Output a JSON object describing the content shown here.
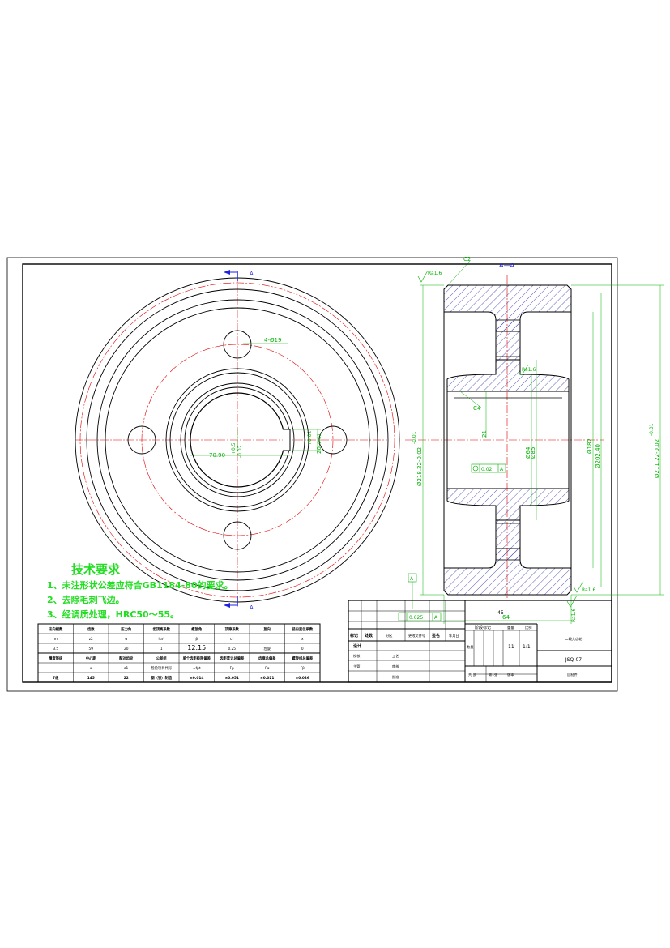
{
  "colors": {
    "outline": "#000000",
    "centerline": "#e00000",
    "dimension": "#00b000",
    "note": "#22dd22",
    "section_line": "#2020e0",
    "hatch": "#3333aa"
  },
  "views": {
    "front_section_mark": "A",
    "front_section_mark_bottom": "A",
    "section_title": "A—A"
  },
  "front_dims": {
    "holes": "4-Ø19",
    "keyway_width": "20",
    "keyway_width_tol_upper": "+0.02",
    "keyway_width_tol_lower": "-0.01",
    "keyway_depth": "70.90",
    "keyway_depth_tol_upper": "+0.5",
    "keyway_depth_tol_lower": "-0.02"
  },
  "section_dims": {
    "roughness_top": "Ra1.6",
    "chamfer_top": "C2",
    "roughness_mid": "Ra1.6",
    "chamfer_c4": "C4",
    "width_21": "21",
    "flatness": "0.02",
    "flatness_datum": "A",
    "dia_85": "Ø85",
    "dia_64": "Ø64",
    "dia_182": "Ø182",
    "dia_202": "Ø202.40",
    "dia_218_left": "Ø218.22-0.02",
    "dia_218_left_tol": "-0.01",
    "dia_211_right": "Ø211.22-0.02",
    "dia_211_right_tol": "-0.01",
    "datum_a": "A",
    "runout": "0.025",
    "runout_datum": "A",
    "width_64": "64",
    "roughness_bottom": "Ra1.6",
    "roughness_bottom2": "Ra1.6",
    "face_width": "45"
  },
  "notes": {
    "title": "技术要求",
    "line1": "1、未注形状公差应符合GB1184-80的要求。",
    "line2": "2、去除毛刺飞边。",
    "line3": "3、经调质处理，HRC50～55。"
  },
  "gear_table": {
    "row1": [
      "法向模数",
      "齿数",
      "压力角",
      "齿顶高系数",
      "螺旋角",
      "顶隙系数",
      "旋向",
      "径向变位系数"
    ],
    "row2": [
      "m",
      "z2",
      "α",
      "ha*",
      "β",
      "c*",
      "",
      "x"
    ],
    "row3": [
      "3.5",
      "59",
      "20",
      "1",
      "12.15",
      "0.25",
      "左旋",
      "0"
    ],
    "row4": [
      "精度等级",
      "中心距",
      "配对齿轮",
      "公差组",
      "单个齿距极限偏差",
      "齿距累计总偏差",
      "齿廓总偏差",
      "螺旋线总偏差"
    ],
    "row5": [
      "",
      "α",
      "z1",
      "检验项目代号",
      "±fpt",
      "Fp",
      "Fα",
      "Fβ"
    ],
    "row6": [
      "7级",
      "145",
      "22",
      "钢（铁）制造",
      "±0.014",
      "±0.051",
      "±0.021",
      "±0.026"
    ]
  },
  "title_block": {
    "marks": [
      "标记",
      "处数",
      "分区",
      "更改文件号",
      "签名",
      "年月日"
    ],
    "design": "设计",
    "check": "校核",
    "supervisor": "主管",
    "process": "工艺",
    "review": "审核",
    "approve": "批准",
    "stage_mark": "阶段标记",
    "weight_label": "重量",
    "scale_label": "比例",
    "quantity_label": "数量",
    "weight": "11",
    "scale": "1:1",
    "material": "45",
    "part_name": "二级大齿轮",
    "drawing_no": "JSQ-07",
    "sheet_total": "共  张",
    "sheet_index": "第1张",
    "version": "版本",
    "maker": "自制件"
  }
}
